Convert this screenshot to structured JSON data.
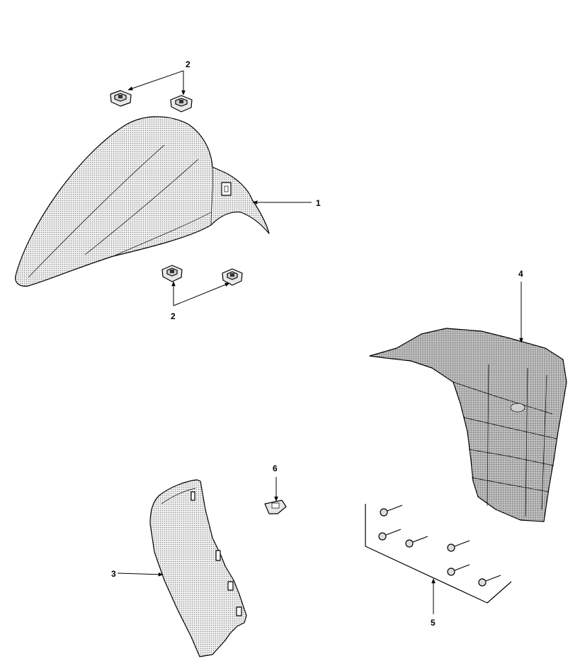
{
  "callouts": {
    "part_1": "1",
    "part_2_top": "2",
    "part_2_bottom": "2",
    "part_3": "3",
    "part_4": "4",
    "part_5": "5",
    "part_6": "6"
  },
  "colors": {
    "ink": "#000000",
    "shade": "#bdbdbd",
    "paper": "#ffffff"
  }
}
